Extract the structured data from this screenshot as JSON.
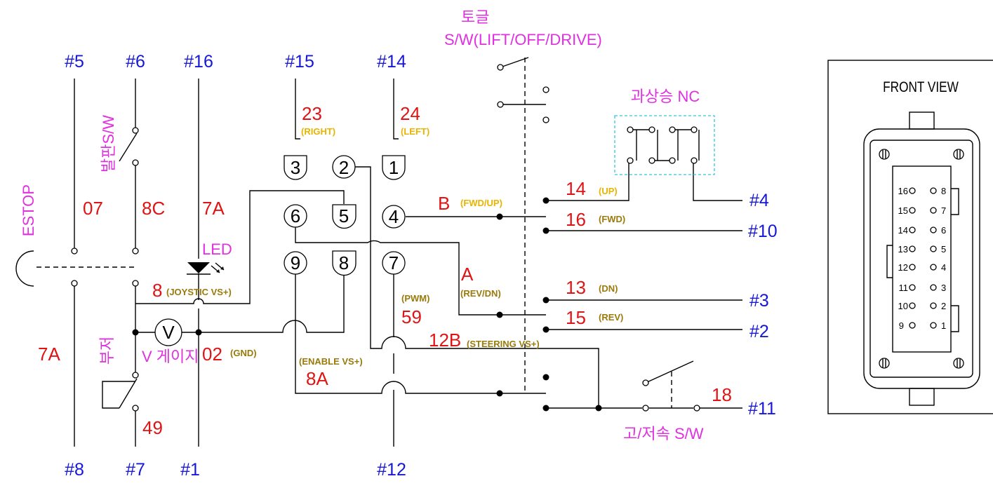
{
  "terminals": {
    "t5": "#5",
    "t6": "#6",
    "t16": "#16",
    "t15": "#15",
    "t14": "#14",
    "t4": "#4",
    "t10": "#10",
    "t3": "#3",
    "t2": "#2",
    "t11": "#11",
    "t8": "#8",
    "t7": "#7",
    "t1": "#1",
    "t12": "#12"
  },
  "wires": {
    "w07": "07",
    "w8c": "8C",
    "w7a_top": "7A",
    "w7a_left": "7A",
    "w23": "23",
    "w24": "24",
    "w8": "8",
    "w02": "02",
    "w59": "59",
    "w12b": "12B",
    "w8a": "8A",
    "w49": "49",
    "w14": "14",
    "w16": "16",
    "w13": "13",
    "w15": "15",
    "w18": "18",
    "wB": "B",
    "wA": "A"
  },
  "signals": {
    "right": "(RIGHT)",
    "left": "(LEFT)",
    "joystic": "(JOYSTIC VS+)",
    "gnd": "(GND)",
    "pwm": "(PWM)",
    "steering": "(STEERING VS+)",
    "enable": "(ENABLE VS+)",
    "fwdup": "(FWD/UP)",
    "revdn": "(REV/DN)",
    "up": "(UP)",
    "fwd": "(FWD)",
    "dn": "(DN)",
    "rev": "(REV)"
  },
  "components": {
    "toggle_line1": "토글",
    "toggle_line2": "S/W(LIFT/OFF/DRIVE)",
    "overheat": "과상승 NC",
    "estop": "ESTOP",
    "foot_switch": "발판S/W",
    "led": "LED",
    "buzzer": "부저",
    "v_gauge": "V 게이지",
    "meter_symbol": "V",
    "speed_switch": "고/저속 S/W"
  },
  "connector_pins": [
    "1",
    "2",
    "3",
    "4",
    "5",
    "6",
    "7",
    "8",
    "9"
  ],
  "front_view": {
    "title": "FRONT VIEW",
    "left_pins": [
      "16",
      "15",
      "14",
      "13",
      "12",
      "11",
      "10",
      "9"
    ],
    "right_pins": [
      "8",
      "7",
      "6",
      "5",
      "4",
      "3",
      "2",
      "1"
    ]
  },
  "colors": {
    "terminal": "#1717d8",
    "wire_number": "#e01414",
    "component_label": "#e030e0",
    "signal_label": "#9a7a0a",
    "direction_label": "#e8b400",
    "nc_box": "#33c8d8"
  }
}
